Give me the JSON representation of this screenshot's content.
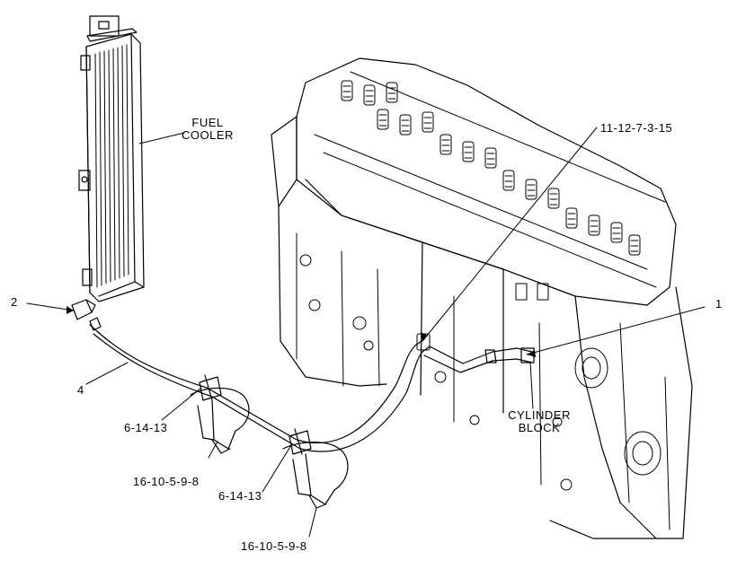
{
  "labels": {
    "fuel_cooler_line1": "FUEL",
    "fuel_cooler_line2": "COOLER",
    "cylinder_block_line1": "CYLINDER",
    "cylinder_block_line2": "BLOCK",
    "callout_11": "11-12-7-3-15",
    "callout_1": "1",
    "callout_2": "2",
    "callout_4": "4",
    "callout_6a": "6-14-13",
    "callout_6b": "6-14-13",
    "callout_16a": "16-10-5-9-8",
    "callout_16b": "16-10-5-9-8"
  },
  "colors": {
    "ink": "#000000",
    "paper": "#ffffff"
  }
}
